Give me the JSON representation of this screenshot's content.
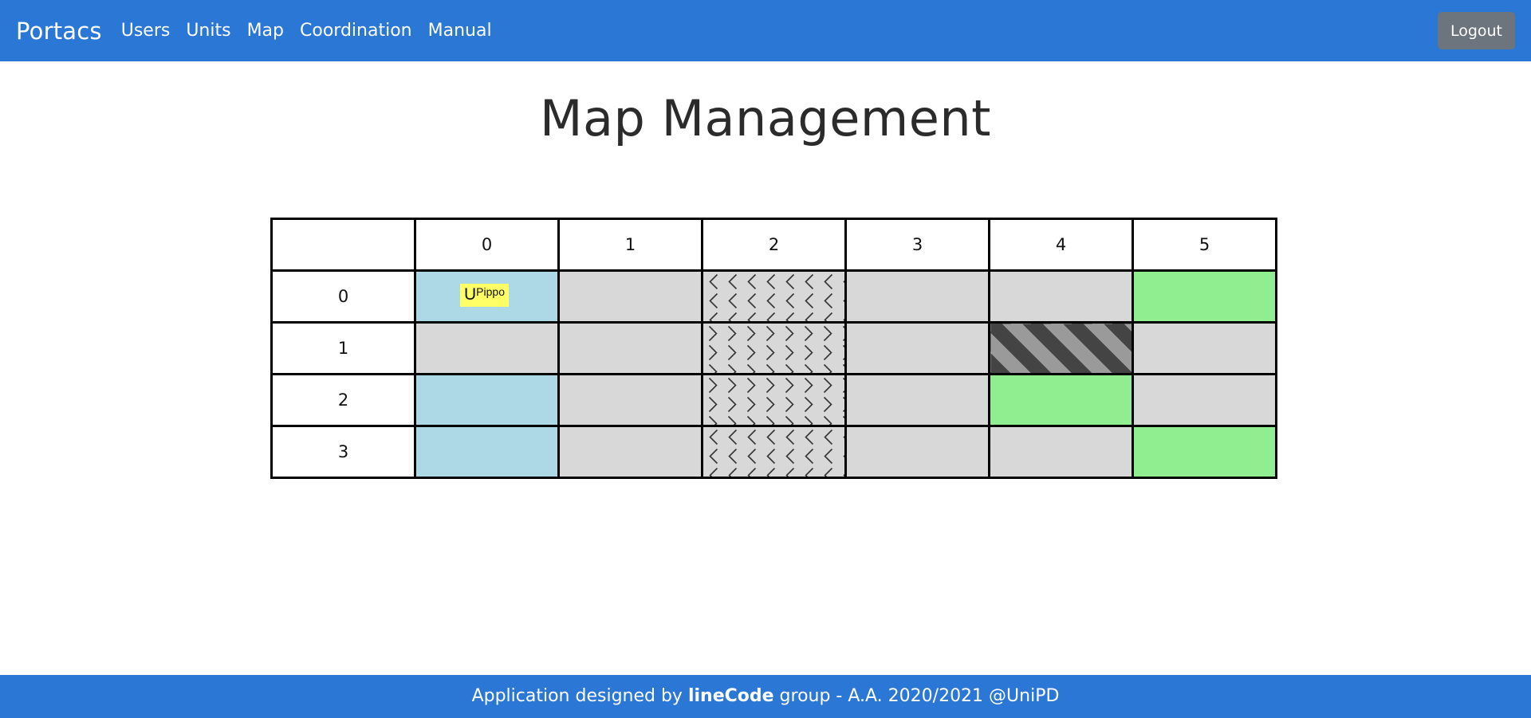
{
  "navbar": {
    "brand": "Portacs",
    "links": [
      "Users",
      "Units",
      "Map",
      "Coordination",
      "Manual"
    ],
    "logout_label": "Logout"
  },
  "page": {
    "title": "Map Management"
  },
  "grid": {
    "column_headers": [
      "0",
      "1",
      "2",
      "3",
      "4",
      "5"
    ],
    "row_headers": [
      "0",
      "1",
      "2",
      "3"
    ],
    "cells": [
      [
        "base",
        "floor",
        "direction-left",
        "floor",
        "floor",
        "poi"
      ],
      [
        "floor",
        "floor",
        "direction-right",
        "floor",
        "obstacle",
        "floor"
      ],
      [
        "base",
        "floor",
        "direction-right",
        "floor",
        "poi",
        "floor"
      ],
      [
        "base",
        "floor",
        "direction-left",
        "floor",
        "floor",
        "poi"
      ]
    ],
    "cell_colors": {
      "floor": "#d8d8d8",
      "base": "#add8e6",
      "poi": "#90ee90",
      "obstacle": "#444444"
    },
    "unit": {
      "row": 0,
      "col": 0,
      "symbol": "U",
      "name": "Pippo",
      "highlight_color": "#ffff66"
    }
  },
  "footer": {
    "prefix": "Application designed by ",
    "group_name": "lineCode",
    "suffix": " group - A.A. 2020/2021 @UniPD"
  },
  "colors": {
    "primary": "#2a77d6",
    "secondary": "#6c757d"
  }
}
